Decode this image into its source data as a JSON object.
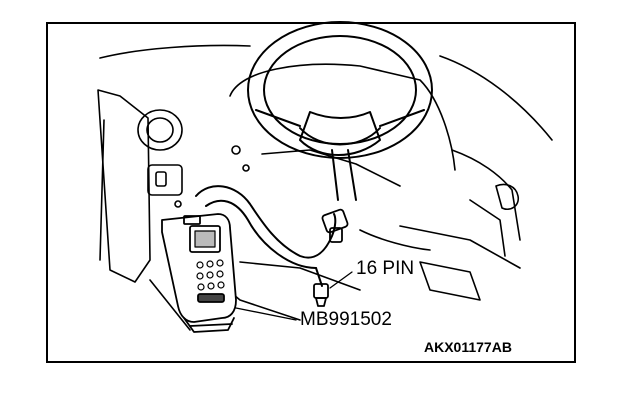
{
  "labels": {
    "connector": "16 PIN",
    "tool_part_number": "MB991502",
    "figure_code": "AKX01177AB"
  },
  "colors": {
    "ink": "#000000",
    "background": "#ffffff"
  },
  "icons": [
    "steering-wheel-icon",
    "diagnostic-scan-tool-icon",
    "16-pin-connector-icon"
  ]
}
